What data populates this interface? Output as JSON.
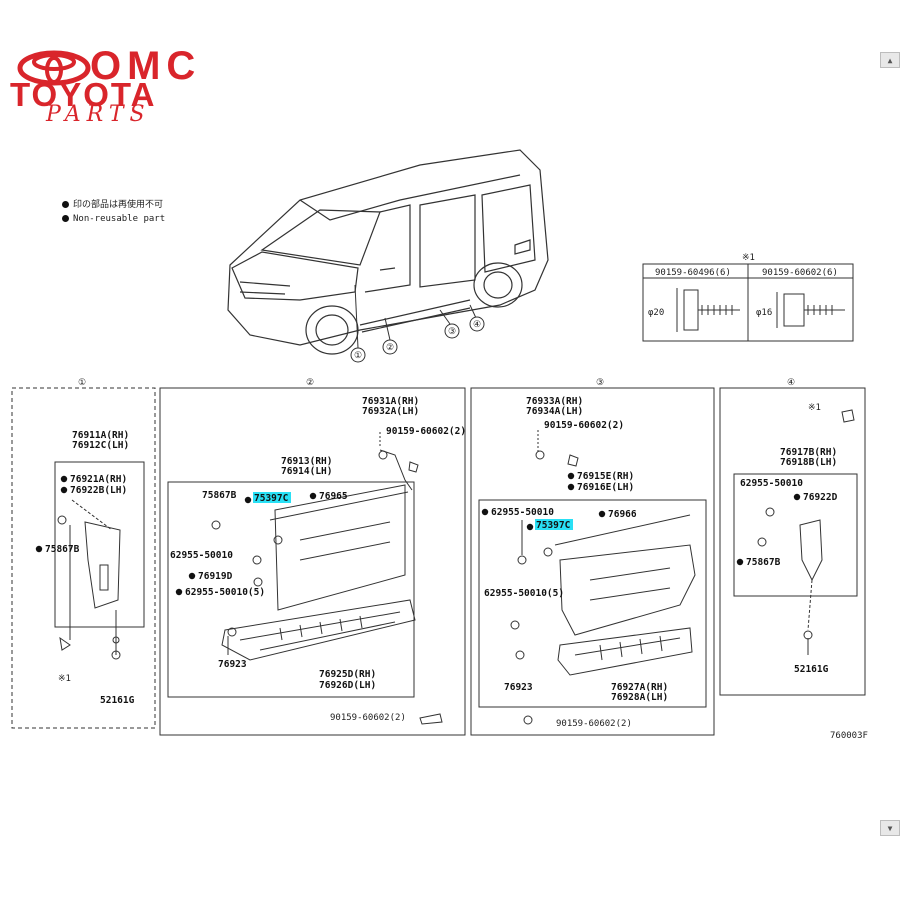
{
  "logo": {
    "omc": "OMC",
    "toyota": "TOYOTA",
    "parts": "PARTS",
    "color": "#d9252b"
  },
  "legend": {
    "jp": "印の部品は再使用不可",
    "en": "Non-reusable part"
  },
  "fastener_table": {
    "note": "※1",
    "col1": "90159-60496(6)",
    "col2": "90159-60602(6)",
    "dim1": "φ20",
    "dim2": "φ16"
  },
  "sections": {
    "s1": {
      "num": "①",
      "labels": [
        "76911A(RH)",
        "76912C(LH)",
        "76921A(RH)",
        "76922B(LH)",
        "75867B",
        "52161G",
        "※1"
      ]
    },
    "s2": {
      "num": "②",
      "labels": [
        "76931A(RH)",
        "76932A(LH)",
        "90159-60602(2)",
        "76913(RH)",
        "76914(LH)",
        "75867B",
        "75397C",
        "76965",
        "62955-50010",
        "76919D",
        "62955-50010(5)",
        "76923",
        "76925D(RH)",
        "76926D(LH)",
        "90159-60602(2)"
      ]
    },
    "s3": {
      "num": "③",
      "labels": [
        "76933A(RH)",
        "76934A(LH)",
        "90159-60602(2)",
        "76915E(RH)",
        "76916E(LH)",
        "62955-50010",
        "75397C",
        "76966",
        "62955-50010(5)",
        "76923",
        "76927A(RH)",
        "76928A(LH)",
        "90159-60602(2)"
      ]
    },
    "s4": {
      "num": "④",
      "labels": [
        "※1",
        "76917B(RH)",
        "76918B(LH)",
        "62955-50010",
        "76922D",
        "75867B",
        "52161G"
      ]
    }
  },
  "callouts": [
    "①",
    "②",
    "③",
    "④"
  ],
  "diagram_code": "760003F",
  "scroll": {
    "up": "▲",
    "down": "▼"
  }
}
